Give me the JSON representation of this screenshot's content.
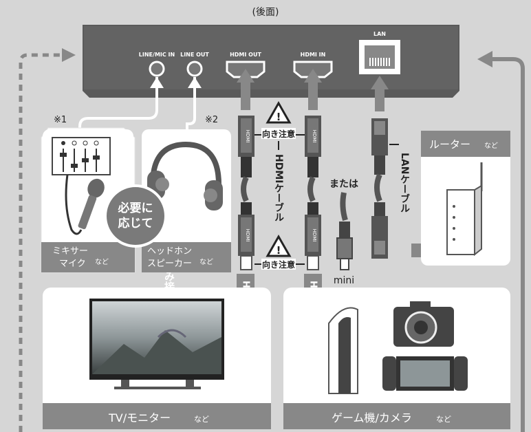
{
  "device": {
    "title": "(後面)",
    "ports": {
      "line_mic_in": "LINE/MIC IN",
      "line_out": "LINE OUT",
      "hdmi_out": "HDMI OUT",
      "hdmi_in": "HDMI IN",
      "lan": "LAN"
    }
  },
  "notes": {
    "note1": "※1",
    "note2": "※2",
    "optional": [
      "必要に",
      "応じて"
    ],
    "side_caption": "(配信を録画する場合のみ接続)"
  },
  "cables": {
    "hdmi_label": "HDMIケーブル",
    "caution": "向き注意",
    "or": "または",
    "mini": "mini",
    "lan_label": "LANケーブル",
    "to_hdmi": "HDMIへ",
    "plug_text": "HDMI"
  },
  "devices": {
    "mixer": [
      "ミキサー",
      "マイク"
    ],
    "headphone": [
      "ヘッドホン",
      "スピーカー"
    ],
    "nado": "など",
    "router": "ルーター",
    "tv": "TV/モニター",
    "game": "ゲーム機/カメラ"
  },
  "colors": {
    "background": "#d6d6d6",
    "panel": "#8a8a8a",
    "device": "#5a5a5a",
    "arrow": "#7a7a7a"
  }
}
